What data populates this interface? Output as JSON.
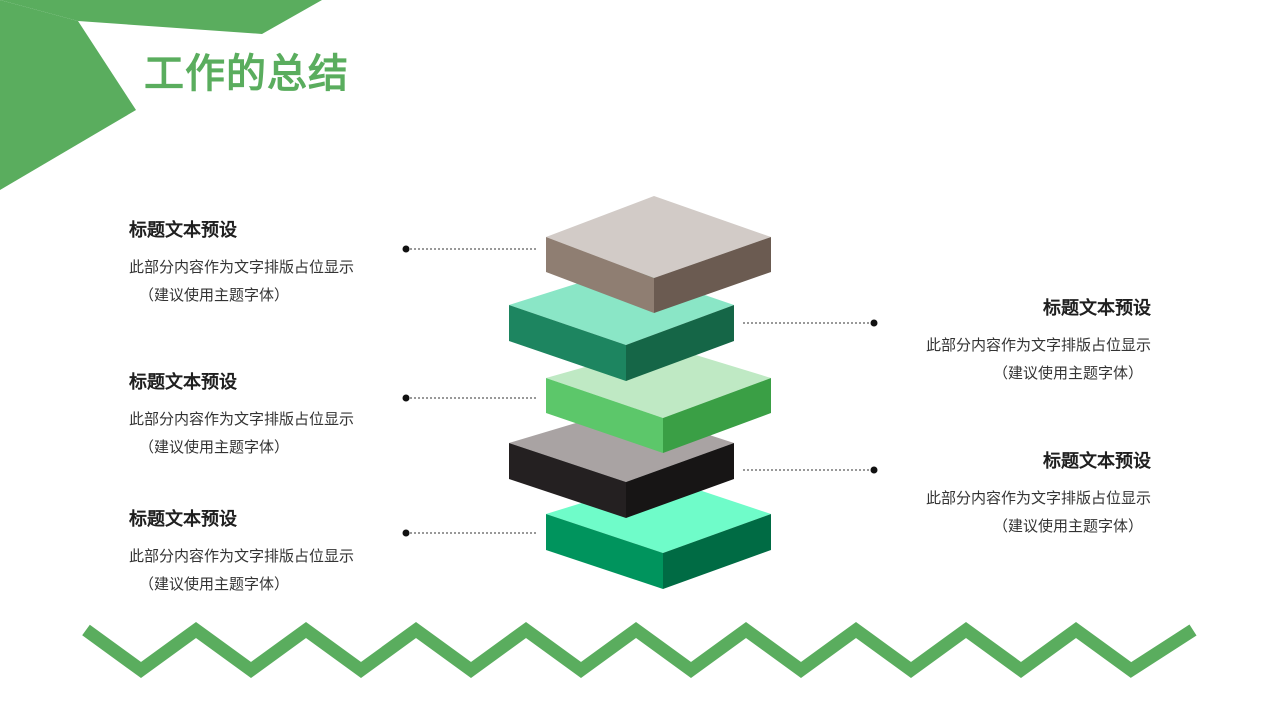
{
  "slide": {
    "title": "工作的总结",
    "accent_color": "#5aad5e"
  },
  "items": [
    {
      "title": "标题文本预设",
      "desc": "此部分内容作为文字排版占位显示",
      "note": "（建议使用主题字体）"
    },
    {
      "title": "标题文本预设",
      "desc": "此部分内容作为文字排版占位显示",
      "note": "（建议使用主题字体）"
    },
    {
      "title": "标题文本预设",
      "desc": "此部分内容作为文字排版占位显示",
      "note": "（建议使用主题字体）"
    },
    {
      "title": "标题文本预设",
      "desc": "此部分内容作为文字排版占位显示",
      "note": "（建议使用主题字体）"
    },
    {
      "title": "标题文本预设",
      "desc": "此部分内容作为文字排版占位显示",
      "note": "（建议使用主题字体）"
    }
  ],
  "block_colors": [
    {
      "top": "#d2cbc7",
      "left": "#8f7e72",
      "right": "#6b5b51"
    },
    {
      "top": "#8ae6c6",
      "left": "#1d8560",
      "right": "#156647"
    },
    {
      "top": "#bfe9c4",
      "left": "#5cc76a",
      "right": "#3a9f45"
    },
    {
      "top": "#a9a3a3",
      "left": "#242021",
      "right": "#171515"
    },
    {
      "top": "#6ffcc9",
      "left": "#00945d",
      "right": "#006b44"
    }
  ]
}
